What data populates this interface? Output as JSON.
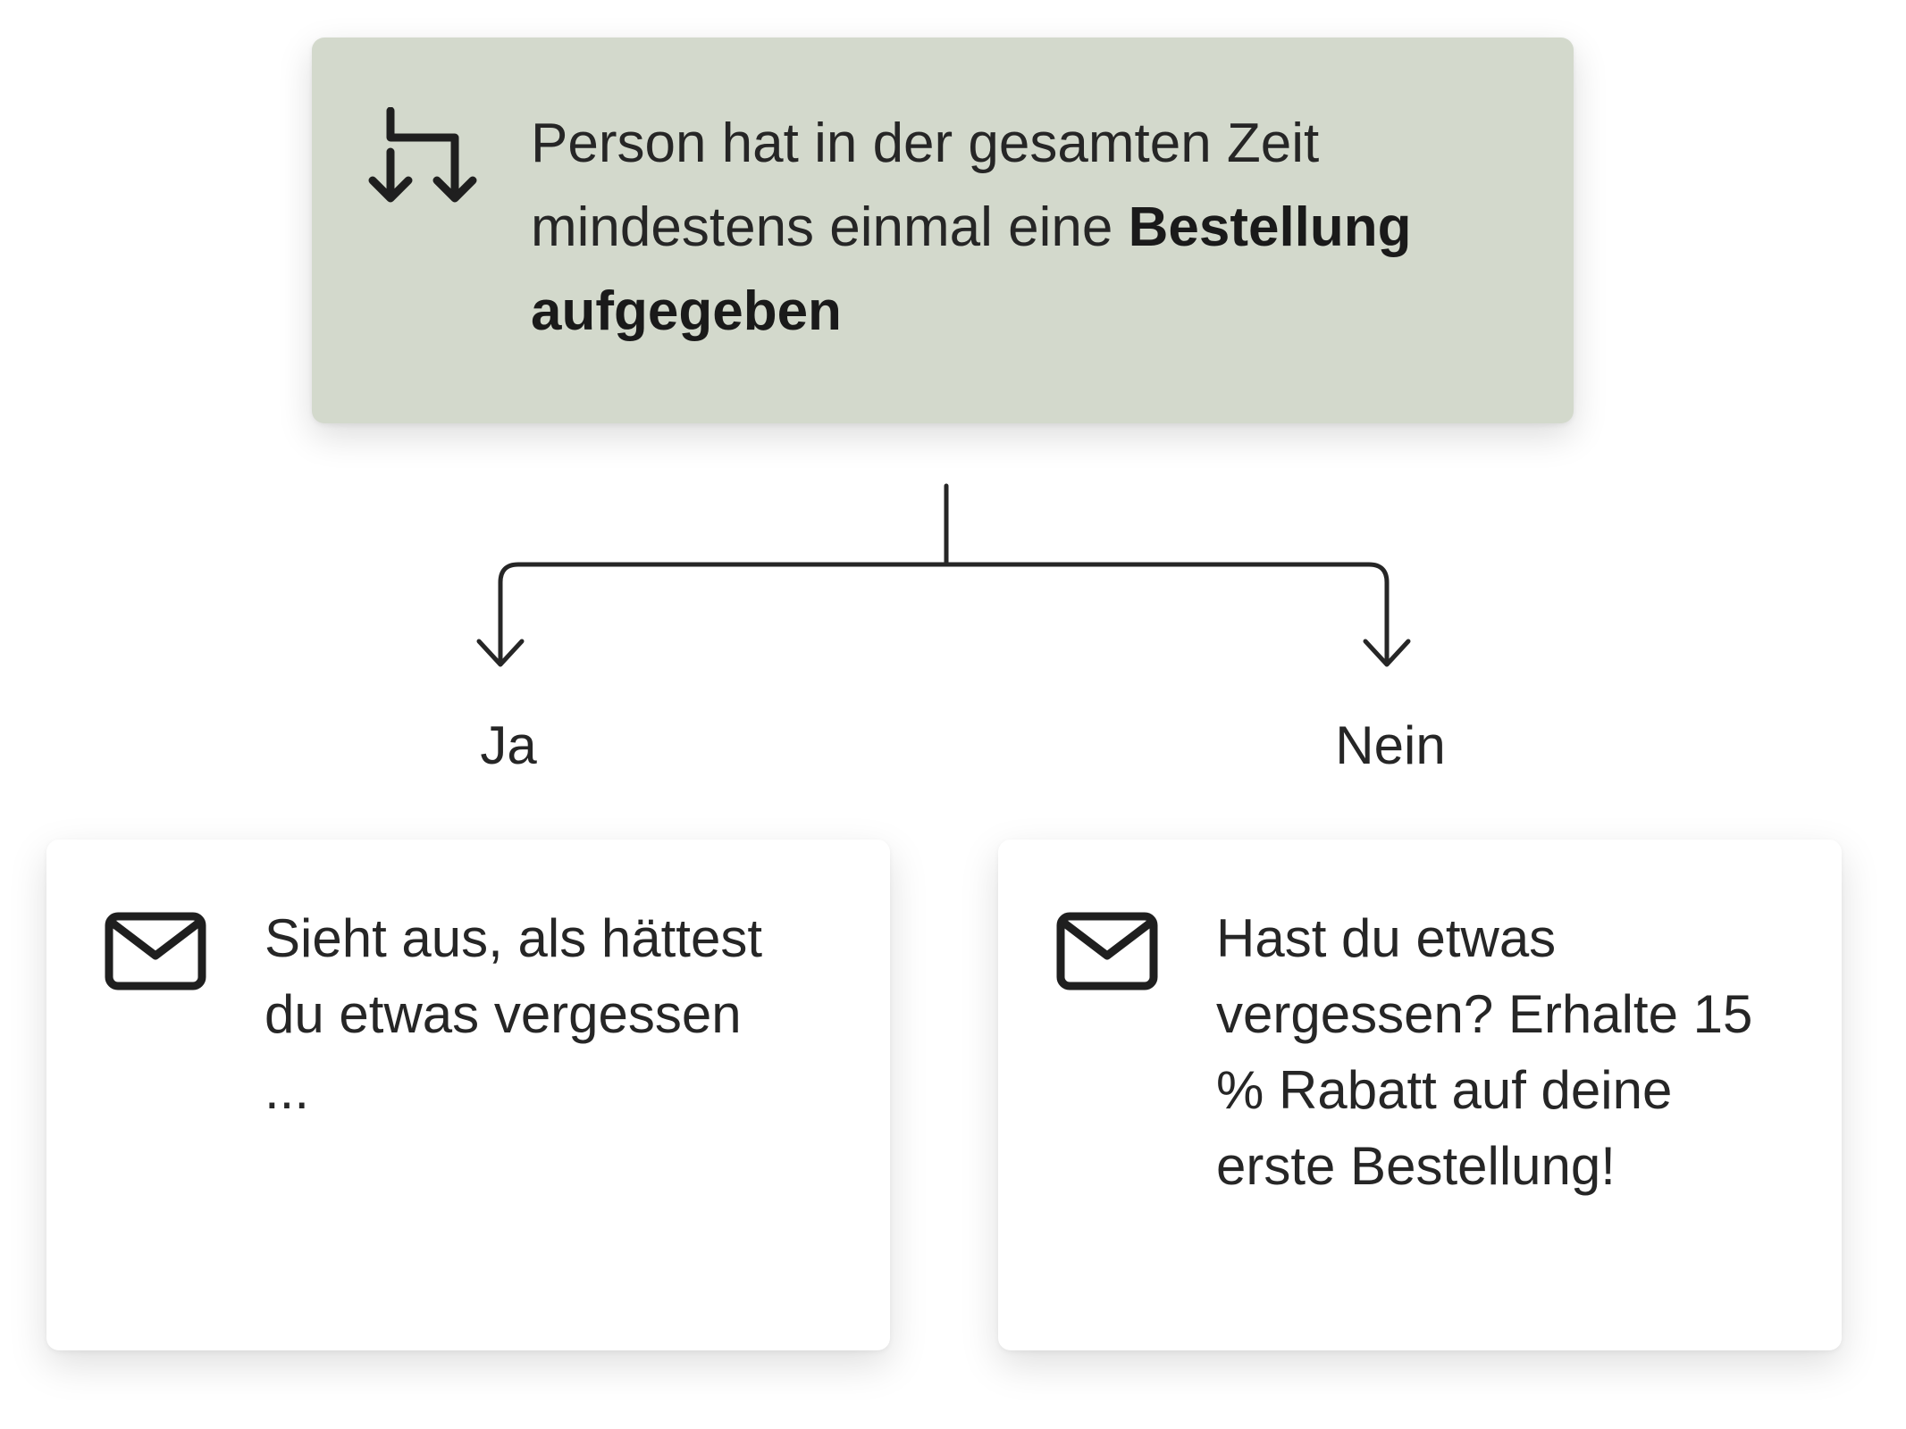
{
  "condition": {
    "icon": "split-arrows-icon",
    "text_prefix": "Person hat in der gesamten Zeit mindestens einmal eine ",
    "text_bold": "Bestellung aufgegeben"
  },
  "branches": [
    {
      "label": "Ja",
      "action": {
        "icon": "envelope-icon",
        "text": "Sieht aus, als hättest du etwas vergessen ..."
      }
    },
    {
      "label": "Nein",
      "action": {
        "icon": "envelope-icon",
        "text": "Hast du etwas vergessen? Erhalte 15 % Rabatt auf deine erste Bestellung!"
      }
    }
  ],
  "colors": {
    "condition_background": "#d3d9cc",
    "line": "#262626",
    "card_background": "#ffffff"
  }
}
